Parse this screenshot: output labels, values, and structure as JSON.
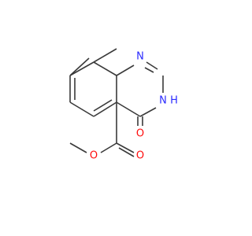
{
  "molecule": {
    "colors": {
      "bond": "#3a3a3a",
      "nitrogen": "#2b2bff",
      "oxygen": "#ff0d0d"
    },
    "atoms": {
      "n1": "N",
      "n3": "N",
      "h3": "H",
      "o_carbonyl": "O",
      "o_ester_carbonyl": "O",
      "o_ester": "O"
    }
  }
}
